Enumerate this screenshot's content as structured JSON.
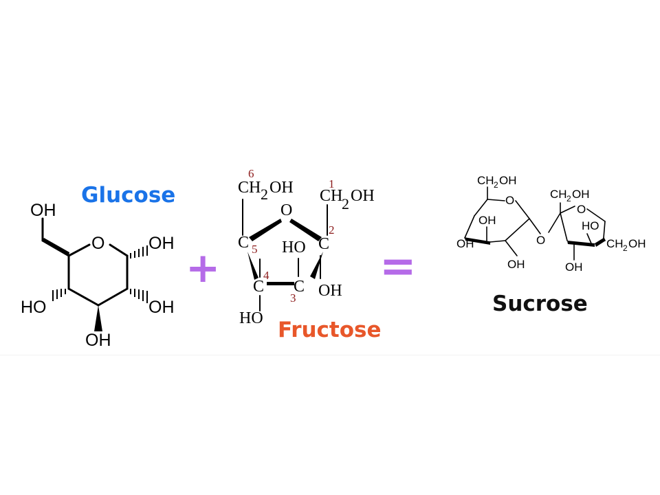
{
  "colors": {
    "glucose": "#1a73e8",
    "fructose": "#e8572a",
    "sucrose": "#111111",
    "operator": "#b56be8",
    "locant": "#8b1a1a"
  },
  "glucose": {
    "name": "Glucose",
    "atoms": {
      "ch2oh_oh": "OH",
      "ring_o": "O",
      "c1_oh": "OH",
      "c4_ho": "HO",
      "c2_oh": "OH",
      "c3_oh": "OH"
    }
  },
  "operators": {
    "plus": "+",
    "equals": "="
  },
  "fructose": {
    "name": "Fructose",
    "atoms": {
      "c6_group": "CH",
      "c6_sub": "2",
      "c6_oh": "OH",
      "c1_group": "CH",
      "c1_sub": "2",
      "c1_oh": "OH",
      "ring_o": "O",
      "c5": "C",
      "c2": "C",
      "c4": "C",
      "c3": "C",
      "ho_c2": "HO",
      "oh_c3": "OH",
      "ho_c4": "HO"
    },
    "locants": {
      "n1": "1",
      "n2": "2",
      "n3": "3",
      "n4": "4",
      "n5": "5",
      "n6": "6"
    }
  },
  "sucrose": {
    "name": "Sucrose",
    "atoms": {
      "glc_ch2oh": "CH",
      "glc_ch2oh_sub": "2",
      "glc_ch2oh_oh": "OH",
      "glc_ring_o": "O",
      "glc_oh_c4": "OH",
      "glc_oh_c4b": "OH",
      "glc_oh_c2": "OH",
      "bridge_o": "O",
      "fru_ch2oh": "CH",
      "fru_ch2oh_sub": "2",
      "fru_ch2oh_oh": "OH",
      "fru_ring_o": "O",
      "fru_ho": "HO",
      "fru_ch2oh2": "CH",
      "fru_ch2oh2_sub": "2",
      "fru_ch2oh2_oh": "OH",
      "fru_oh_bottom": "OH"
    }
  }
}
